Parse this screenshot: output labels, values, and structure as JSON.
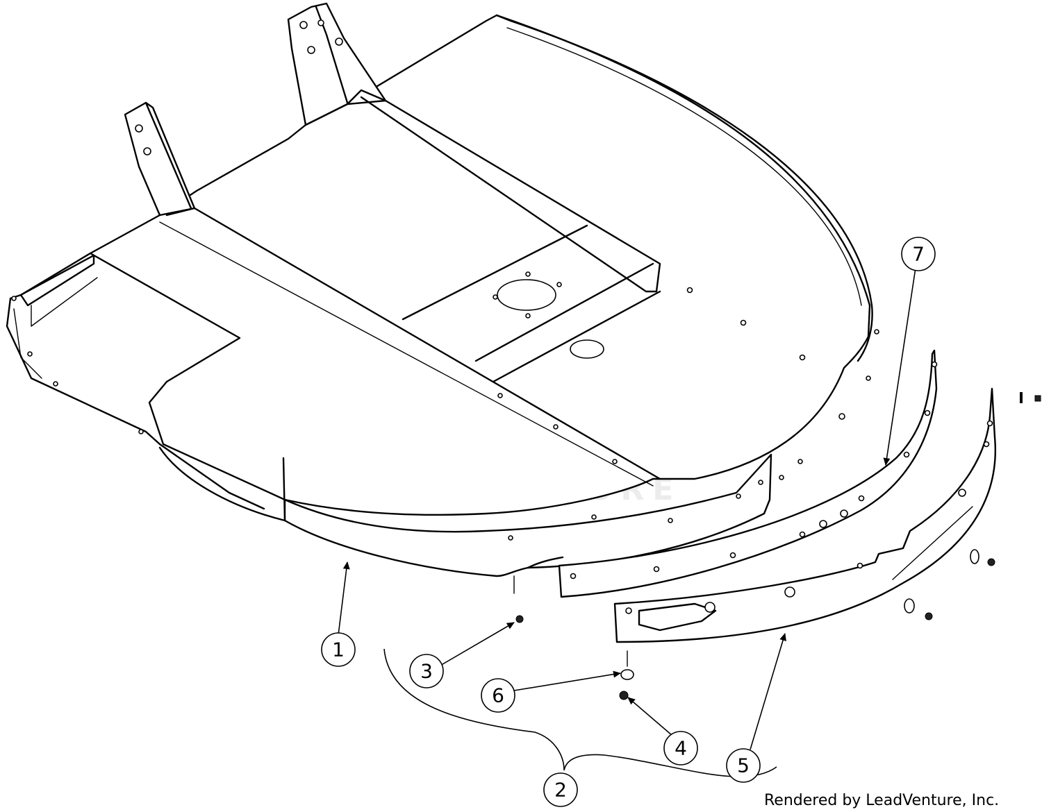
{
  "callouts": [
    {
      "id": "1",
      "label": "1"
    },
    {
      "id": "2",
      "label": "2"
    },
    {
      "id": "3",
      "label": "3"
    },
    {
      "id": "4",
      "label": "4"
    },
    {
      "id": "5",
      "label": "5"
    },
    {
      "id": "6",
      "label": "6"
    },
    {
      "id": "7",
      "label": "7"
    }
  ],
  "watermark": {
    "text": "LEADVENTURE"
  },
  "credit": {
    "text": "Rendered by LeadVenture, Inc."
  }
}
